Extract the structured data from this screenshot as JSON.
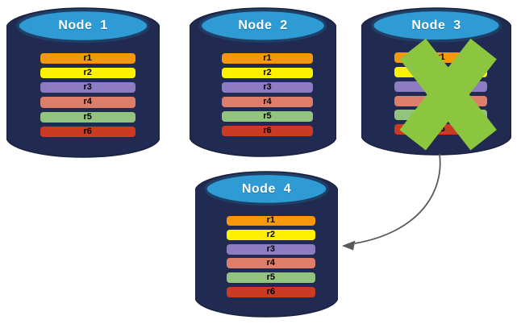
{
  "diagram": {
    "background": "#ffffff",
    "palette": {
      "cylinder_body": "#212B52",
      "cylinder_edge": "#19213E",
      "cylinder_top": "#2E9BD5",
      "cylinder_top_edge": "#1E3F66",
      "title_color": "#FFFFFF",
      "row_text": "#000000",
      "failure_x": "#8CC63E",
      "arrow": "#595959"
    },
    "nodes": [
      {
        "title": "Node  1",
        "failed": false,
        "rows": [
          {
            "label": "r1",
            "color": "#F79709"
          },
          {
            "label": "r2",
            "color": "#FDF100"
          },
          {
            "label": "r3",
            "color": "#8E7CC3"
          },
          {
            "label": "r4",
            "color": "#DD7E6B"
          },
          {
            "label": "r5",
            "color": "#93C47D"
          },
          {
            "label": "r6",
            "color": "#CB3A23"
          }
        ]
      },
      {
        "title": "Node  2",
        "failed": false,
        "rows": [
          {
            "label": "r1",
            "color": "#F79709"
          },
          {
            "label": "r2",
            "color": "#FDF100"
          },
          {
            "label": "r3",
            "color": "#8E7CC3"
          },
          {
            "label": "r4",
            "color": "#DD7E6B"
          },
          {
            "label": "r5",
            "color": "#93C47D"
          },
          {
            "label": "r6",
            "color": "#CB3A23"
          }
        ]
      },
      {
        "title": "Node  3",
        "failed": true,
        "rows": [
          {
            "label": "r1",
            "color": "#F79709"
          },
          {
            "label": "r2",
            "color": "#FDF100"
          },
          {
            "label": "r3",
            "color": "#8E7CC3"
          },
          {
            "label": "r4",
            "color": "#DD7E6B"
          },
          {
            "label": "r5",
            "color": "#93C47D"
          },
          {
            "label": "r6",
            "color": "#CB3A23"
          }
        ]
      },
      {
        "title": "Node  4",
        "failed": false,
        "rows": [
          {
            "label": "r1",
            "color": "#F79709"
          },
          {
            "label": "r2",
            "color": "#FDF100"
          },
          {
            "label": "r3",
            "color": "#8E7CC3"
          },
          {
            "label": "r4",
            "color": "#DD7E6B"
          },
          {
            "label": "r5",
            "color": "#93C47D"
          },
          {
            "label": "r6",
            "color": "#CB3A23"
          }
        ]
      }
    ],
    "arrow": {
      "from": "Node 3",
      "to": "Node 4"
    }
  }
}
